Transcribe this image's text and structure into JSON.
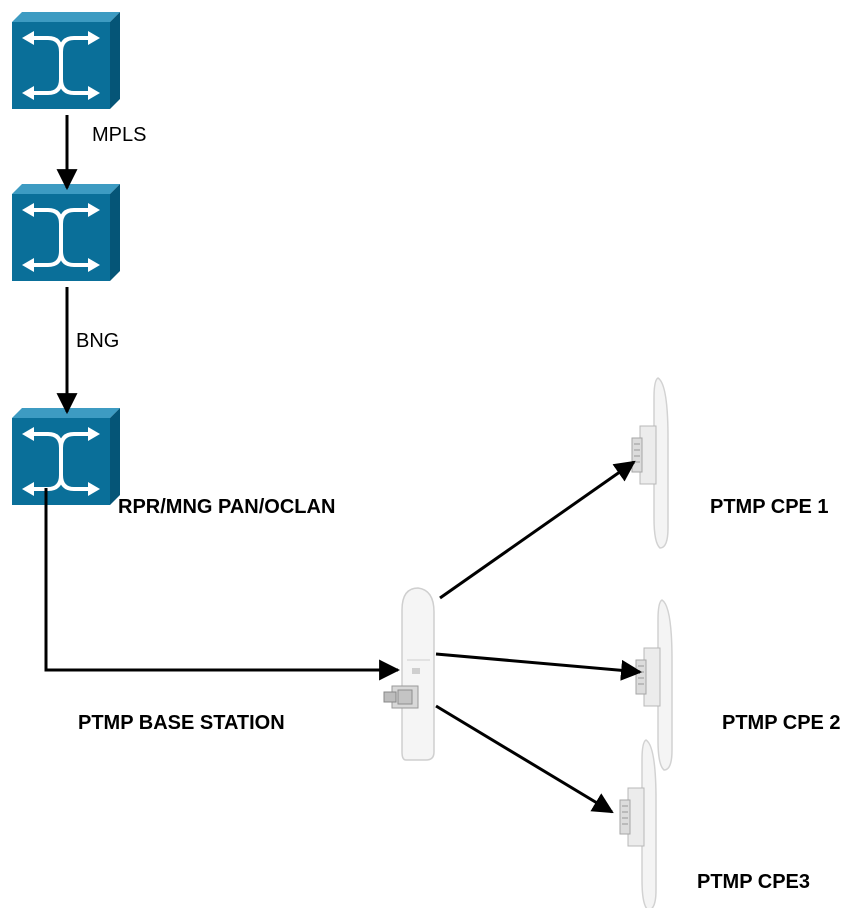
{
  "diagram": {
    "link_labels": {
      "mpls": "MPLS",
      "bng": "BNG"
    },
    "node_labels": {
      "rpr": "RPR/MNG PAN/OCLAN",
      "base_station": "PTMP BASE STATION",
      "cpe1": "PTMP CPE 1",
      "cpe2": "PTMP CPE 2",
      "cpe3": "PTMP CPE3"
    },
    "icons": {
      "switch": "network-switch-icon",
      "base_station": "ptmp-base-station-icon",
      "cpe": "ptmp-cpe-antenna-icon"
    },
    "colors": {
      "switch_front": "#0a6f99",
      "switch_top": "#3d9bc2",
      "switch_side": "#055577",
      "line": "#000000"
    }
  }
}
